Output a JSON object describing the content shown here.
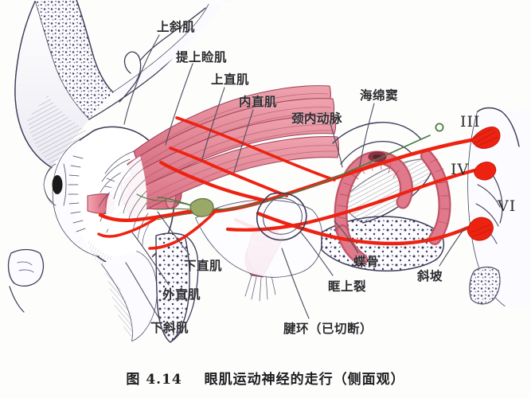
{
  "figure": {
    "caption_number": "图 4.14",
    "caption_title": "眼肌运动神经的走行（侧面观）",
    "background_color": "#fdfdfc",
    "ink_color": "#3a3a50",
    "nerve_color": "#ee2211",
    "muscle_color": "#e8818f",
    "ganglion_color": "#5f8f55"
  },
  "labels": {
    "superior_oblique": "上斜肌",
    "levator_palpebrae": "提上睑肌",
    "superior_rectus": "上直肌",
    "medial_rectus": "内直肌",
    "internal_carotid_artery": "颈内动脉",
    "cavernous_sinus": "海绵窦",
    "inferior_rectus": "下直肌",
    "lateral_rectus": "外直肌",
    "inferior_oblique": "下斜肌",
    "sphenoid_bone": "蝶骨",
    "superior_orbital_fissure": "眶上裂",
    "tendinous_ring": "腱环（已切断）",
    "clivus": "斜坡"
  },
  "nerves": {
    "oculomotor": "III",
    "trochlear": "IV",
    "abducens": "VI"
  }
}
